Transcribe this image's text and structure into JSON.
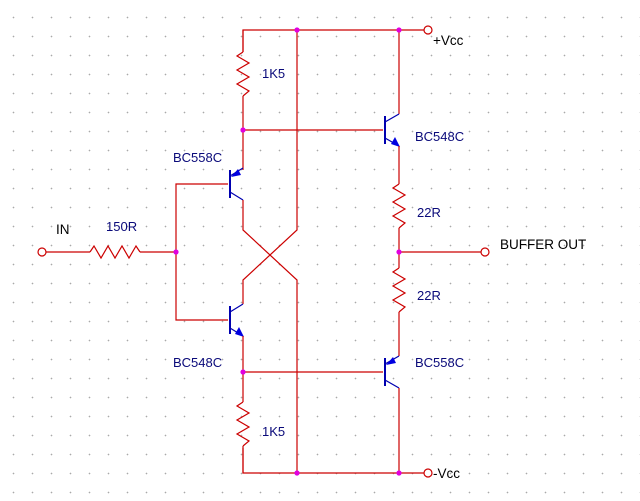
{
  "labels": {
    "input": "IN",
    "input_resistor": "150R",
    "vcc_pos": "+Vcc",
    "vcc_neg": "-Vcc",
    "output": "BUFFER OUT",
    "r_top": "1K5",
    "r_bottom": "1K5",
    "r_out_top": "22R",
    "r_out_bottom": "22R",
    "q_in_top": "BC558C",
    "q_in_bottom": "BC548C",
    "q_out_top": "BC548C",
    "q_out_bottom": "BC558C"
  },
  "colors": {
    "wire": "#cc0000",
    "transistor": "#0000b0",
    "node": "#e000e0",
    "label": "#0a0a7a"
  }
}
